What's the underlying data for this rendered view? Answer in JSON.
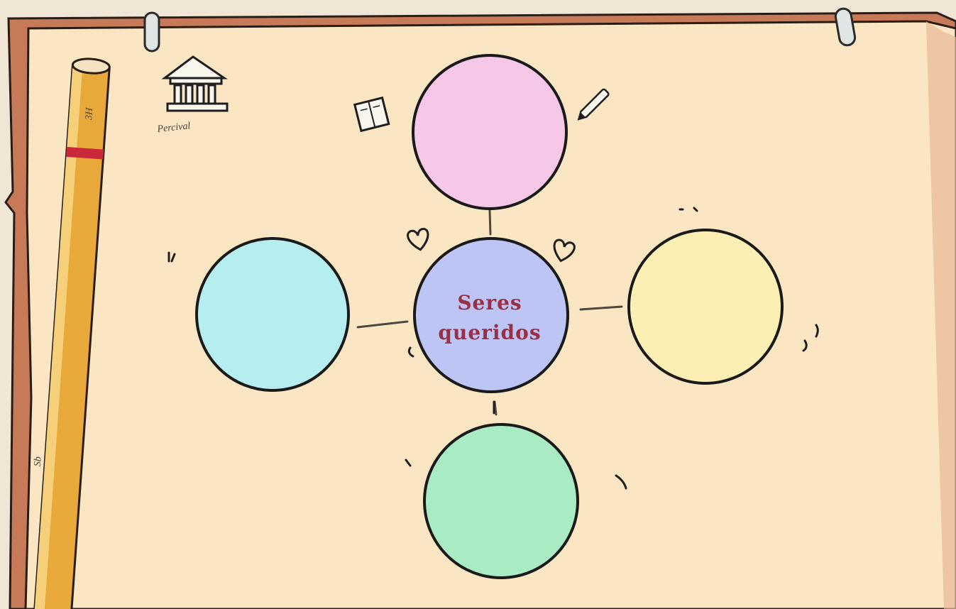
{
  "diagram": {
    "center": {
      "title_line1": "Seres",
      "title_line2": "queridos",
      "fill": "#bcc5f4"
    },
    "branches": [
      {
        "position": "top",
        "fill": "#f6c7e6",
        "text": ""
      },
      {
        "position": "left",
        "fill": "#b6eef0",
        "text": ""
      },
      {
        "position": "right",
        "fill": "#fbefb4",
        "text": ""
      },
      {
        "position": "bottom",
        "fill": "#a9ecc4",
        "text": ""
      }
    ]
  },
  "decorations": {
    "museum_caption": "Percival",
    "pencil_labels": [
      "3H",
      "Sb"
    ]
  },
  "colors": {
    "paper": "#fbe6c4",
    "board_edge": "#c77a57",
    "outline": "#1f1f1f",
    "accent_text": "#9a2f45",
    "pencil": "#e8a93a"
  }
}
